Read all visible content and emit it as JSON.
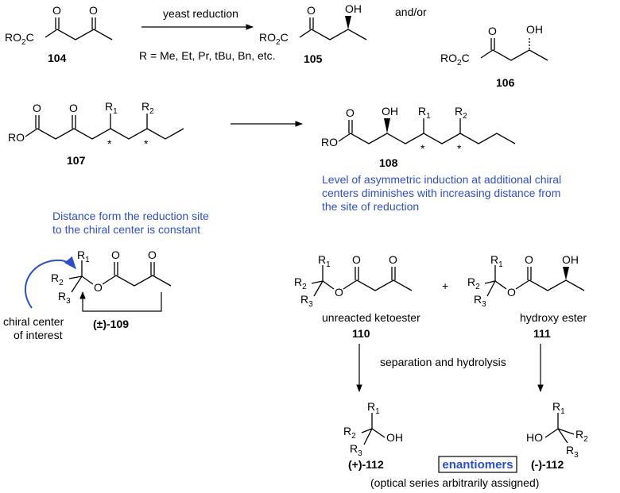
{
  "colors": {
    "accent_blue": "#2e4fc4",
    "ink": "#000000"
  },
  "top": {
    "reagent_label": "yeast reduction",
    "and_or": "and/or",
    "r_groups": "R = Me, Et, Pr, tBu, Bn, etc.",
    "cpd_104": "104",
    "cpd_105": "105",
    "cpd_106": "106"
  },
  "middle": {
    "cpd_107": "107",
    "cpd_108": "108",
    "note_line1": "Level of asymmetric induction at additional chiral",
    "note_line2": "centers diminishes with increasing distance from",
    "note_line3": "the site of reduction"
  },
  "left": {
    "note_line1": "Distance form the reduction site",
    "note_line2": "to the chiral center is constant",
    "callout_line1": "chiral center",
    "callout_line2": "of interest",
    "cpd_109": "(±)-109"
  },
  "right": {
    "plus": "+",
    "ketoester_caption": "unreacted ketoester",
    "hydroxy_caption": "hydroxy ester",
    "cpd_110": "110",
    "cpd_111": "111",
    "step_label": "separation and hydrolysis",
    "cpd_112_plus": "(+)-112",
    "cpd_112_minus": "(-)-112",
    "enantiomers": "enantiomers",
    "footnote": "(optical series arbitrarily assigned)"
  },
  "atoms": {
    "O": "O",
    "OH": "OH",
    "HO": "HO",
    "RO": "RO",
    "R": "R",
    "Me_sub": "2",
    "star": "*",
    "R1": "R",
    "sub1": "1",
    "R2": "R",
    "sub2": "2",
    "R3": "R",
    "sub3": "3"
  }
}
